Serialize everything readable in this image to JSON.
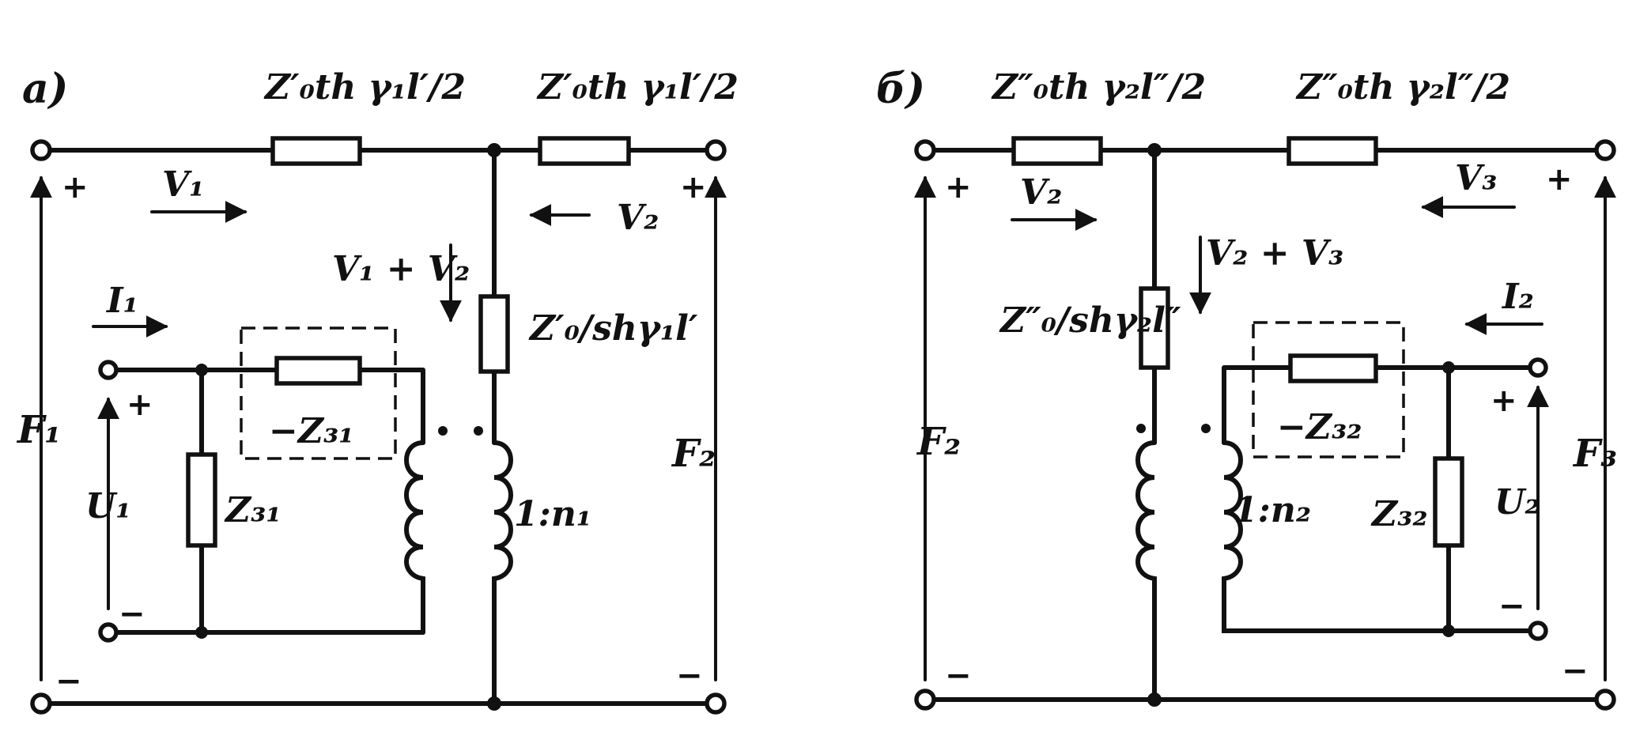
{
  "panel_a": {
    "tag": "а)",
    "series_top_left": "Z′₀th γ₁l′/2",
    "series_top_right": "Z′₀th γ₁l′/2",
    "shunt": "Z′₀/shγ₁l′",
    "voltage_left": "V₁",
    "voltage_right": "V₂",
    "current_sum": "V₁ + V₂",
    "current_in": "I₁",
    "port_left": "F₁",
    "port_right": "F₂",
    "source_voltage": "U₁",
    "series_neg": "−Z₃₁",
    "shunt_small": "Z₃₁",
    "ratio": "1:n₁",
    "plus": "+",
    "minus": "−"
  },
  "panel_b": {
    "tag": "б)",
    "series_top_left": "Z″₀th γ₂l″/2",
    "series_top_right": "Z″₀th γ₂l″/2",
    "shunt": "Z″₀/shγ₂l″",
    "voltage_left": "V₂",
    "voltage_right": "V₃",
    "current_sum": "V₂ + V₃",
    "current_in": "I₂",
    "port_left": "F₂",
    "port_right": "F₃",
    "source_voltage": "U₂",
    "series_neg": "−Z₃₂",
    "shunt_small": "Z₃₂",
    "ratio": "1:n₂",
    "plus": "+",
    "minus": "−"
  },
  "icons": {
    "resistor": "resistor-box-icon",
    "terminal": "terminal-circle-icon",
    "arrow": "arrow-icon",
    "coil": "inductor-coil-icon"
  },
  "colors": {
    "ink": "#111111",
    "paper": "#ffffff"
  }
}
